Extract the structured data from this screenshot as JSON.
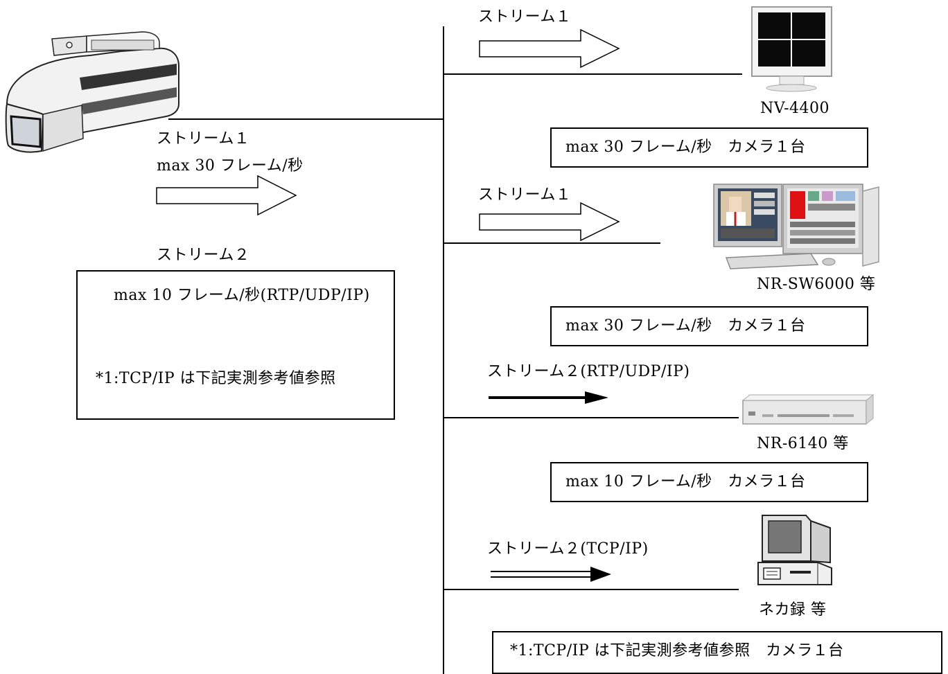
{
  "camera": {
    "stream1_label": "ストリーム１",
    "stream1_rate": "max 30 フレーム/秒",
    "stream2_label": "ストリーム２",
    "stream2_rate": "max 10 フレーム/秒(RTP/UDP/IP)",
    "stream2_note": "*1:TCP/IP は下記実測参考値参照"
  },
  "clients": [
    {
      "stream_label": "ストリーム１",
      "device_label": "NV-4400",
      "capacity": "max 30 フレーム/秒　カメラ１台",
      "arrow_style": "hollow"
    },
    {
      "stream_label": "ストリーム１",
      "device_label": "NR-SW6000 等",
      "capacity": "max 30 フレーム/秒　カメラ１台",
      "arrow_style": "hollow"
    },
    {
      "stream_label": "ストリーム２(RTP/UDP/IP)",
      "device_label": "NR-6140 等",
      "capacity": "max 10 フレーム/秒　カメラ１台",
      "arrow_style": "solid"
    },
    {
      "stream_label": "ストリーム２(TCP/IP)",
      "device_label": "ネカ録 等",
      "capacity": "*1:TCP/IP は下記実測参考値参照　カメラ１台",
      "arrow_style": "double"
    }
  ]
}
